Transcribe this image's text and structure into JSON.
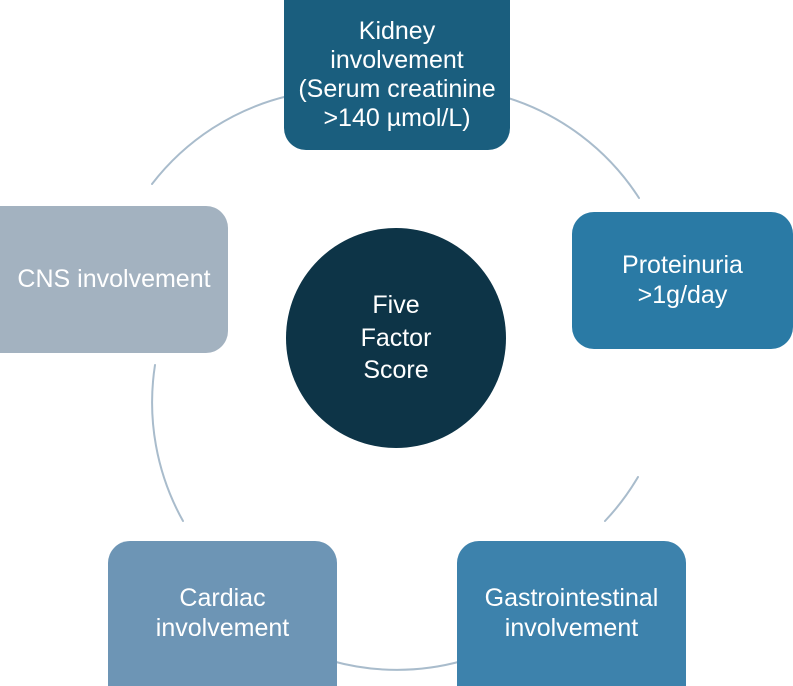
{
  "diagram": {
    "title": "Five Factor Score",
    "type": "circular-hub-and-spoke",
    "center": {
      "label": "Five\nFactor\nScore",
      "color": "#0d3447",
      "text_color": "#ffffff"
    },
    "ring": {
      "color": "#a9bccc",
      "stroke_width": 2
    },
    "background": "#ffffff",
    "nodes": [
      {
        "id": "kidney",
        "label": "Kidney\ninvolvement\n(Serum creatinine\n>140 µmol/L)",
        "position": "top",
        "color": "#1a5e7e",
        "text_color": "#ffffff"
      },
      {
        "id": "proteinuria",
        "label": "Proteinuria\n>1g/day",
        "position": "right",
        "color": "#2a7aa5",
        "text_color": "#ffffff"
      },
      {
        "id": "gastrointestinal",
        "label": "Gastrointestinal\ninvolvement",
        "position": "bottom-right",
        "color": "#3d82ac",
        "text_color": "#ffffff"
      },
      {
        "id": "cardiac",
        "label": "Cardiac\ninvolvement",
        "position": "bottom-left",
        "color": "#6d95b5",
        "text_color": "#ffffff"
      },
      {
        "id": "cns",
        "label": "CNS involvement",
        "position": "left",
        "color": "#a3b2c0",
        "text_color": "#ffffff"
      }
    ]
  }
}
